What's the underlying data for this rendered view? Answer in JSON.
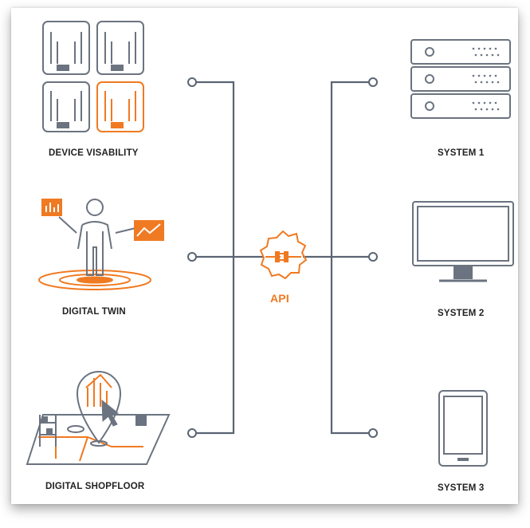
{
  "colors": {
    "line": "#5a6473",
    "accent": "#f07a22",
    "text": "#222222"
  },
  "left_items": [
    {
      "label": "DEVICE VISABILITY",
      "icon": "devices-grid-icon"
    },
    {
      "label": "DIGITAL TWIN",
      "icon": "digital-twin-icon"
    },
    {
      "label": "DIGITAL SHOPFLOOR",
      "icon": "shopfloor-map-icon"
    }
  ],
  "center": {
    "label": "API",
    "icon": "api-plug-gear-icon"
  },
  "right_items": [
    {
      "label": "SYSTEM 1",
      "icon": "server-rack-icon"
    },
    {
      "label": "SYSTEM 2",
      "icon": "monitor-icon"
    },
    {
      "label": "SYSTEM 3",
      "icon": "tablet-icon"
    }
  ]
}
